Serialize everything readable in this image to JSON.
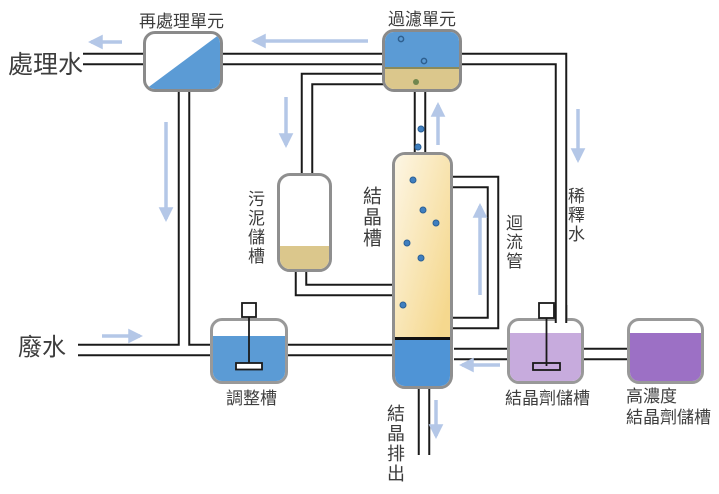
{
  "labels": {
    "treated_water": "處理水",
    "reprocess_unit": "再處理單元",
    "filter_unit": "過濾單元",
    "sludge_tank": "污泥儲槽",
    "crystal_tank": "結晶槽",
    "return_pipe": "迴流管",
    "dilution_water": "稀釋水",
    "wastewater": "廢水",
    "adjust_tank": "調整槽",
    "agent_tank": "結晶劑儲槽",
    "high_conc_tank": "高濃度\n結晶劑儲槽",
    "crystal_discharge": "結晶排出"
  },
  "colors": {
    "accent_blue": "#5b9bd5",
    "crystal_blue": "#4f94d6",
    "tan": "#dbc78c",
    "cream_light": "#fdf6e4",
    "cream_dark": "#f5d88e",
    "purple_light": "#c7abdd",
    "purple_dark": "#9c70c5",
    "arrow": "#b4c7e7",
    "pipe_wall": "#1a1a1a",
    "tank_border": "#8f8f8f",
    "bubble": "#3f7fbf",
    "text": "#3d3d3d"
  }
}
